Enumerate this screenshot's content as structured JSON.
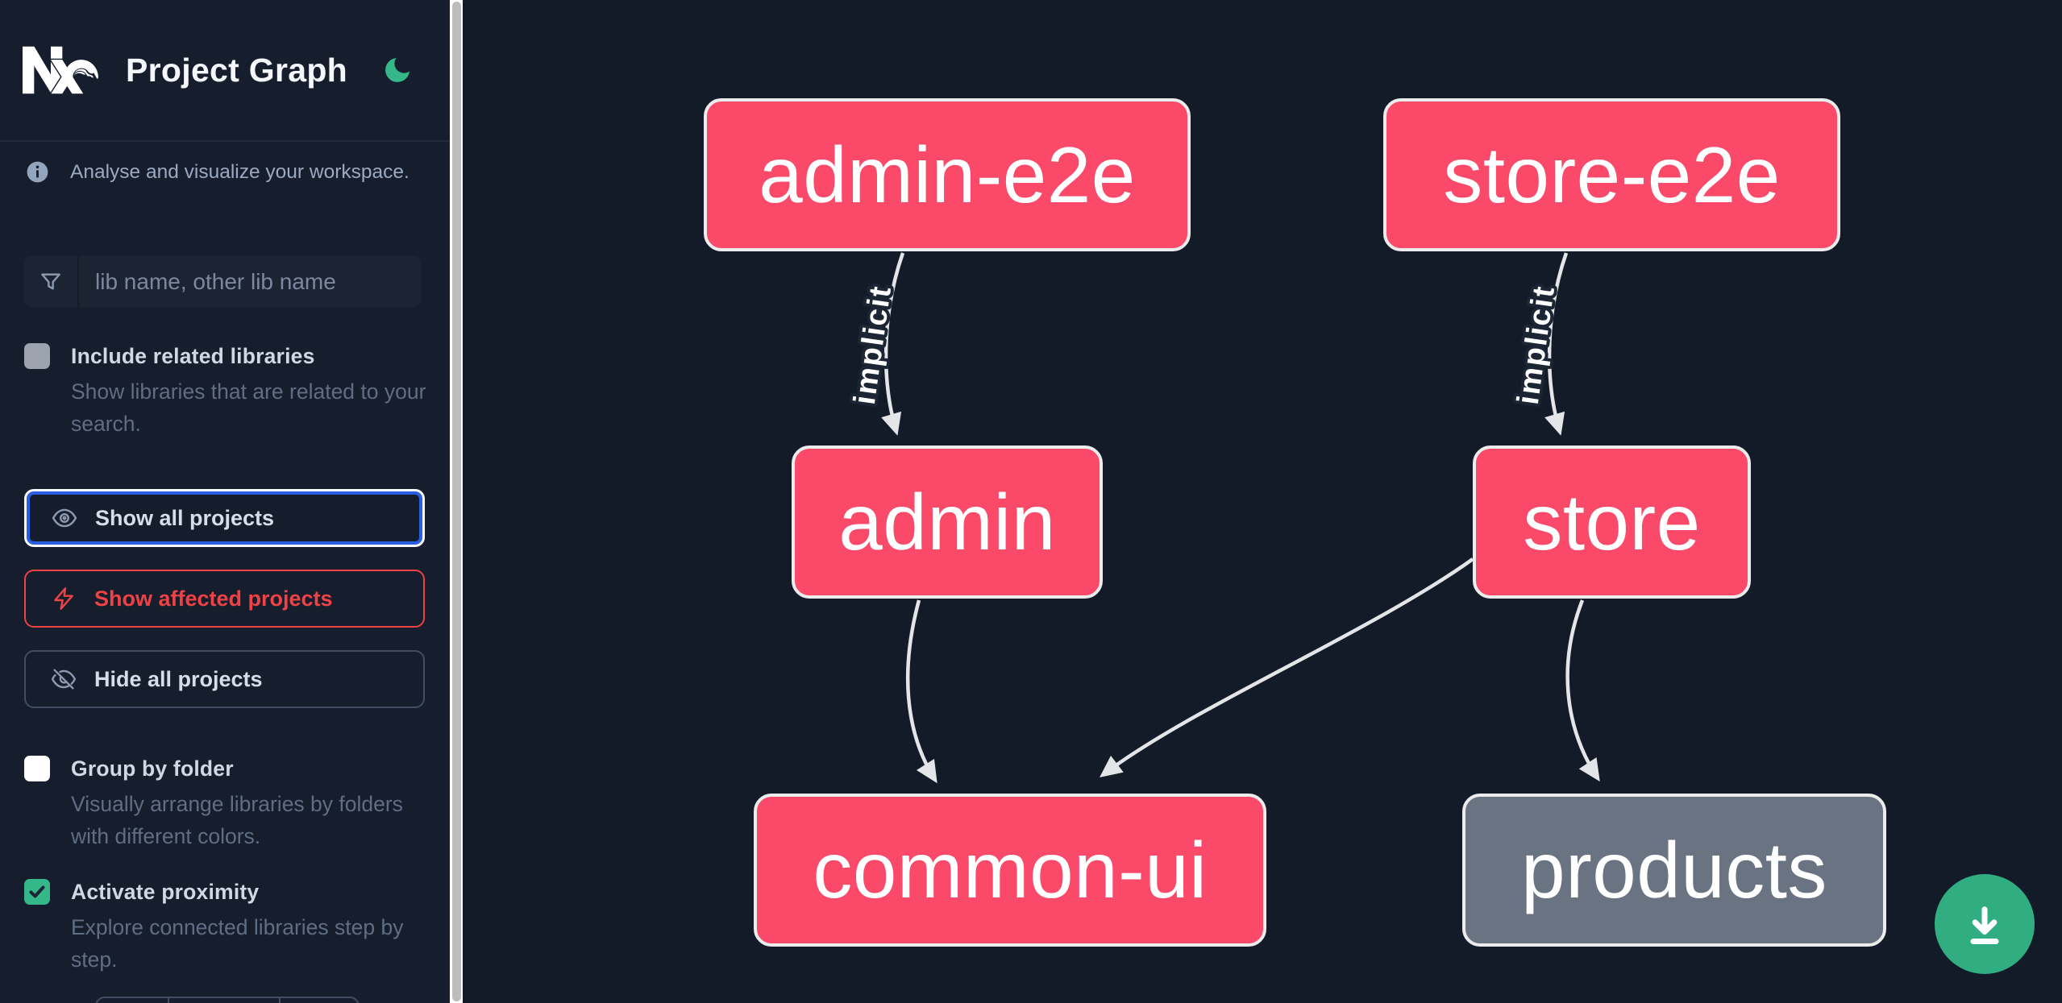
{
  "header": {
    "title": "Project Graph",
    "logo": "nx-logo",
    "theme_toggle_icon": "moon-icon"
  },
  "sidebar": {
    "tagline": "Analyse and visualize your workspace.",
    "search": {
      "placeholder": "lib name, other lib name",
      "icon": "filter-icon",
      "value": ""
    },
    "toggles": [
      {
        "label": "Include related libraries",
        "description": "Show libraries that are related to your search.",
        "checked": false
      },
      {
        "label": "Group by folder",
        "description": "Visually arrange libraries by folders with different colors.",
        "checked": false
      },
      {
        "label": "Activate proximity",
        "description": "Explore connected libraries step by step.",
        "checked": true
      }
    ],
    "buttons": [
      {
        "label": "Show all projects",
        "icon": "eye-icon",
        "state": "active"
      },
      {
        "label": "Show affected projects",
        "icon": "bolt-icon",
        "state": "danger"
      },
      {
        "label": "Hide all projects",
        "icon": "eye-off-icon",
        "state": "default"
      }
    ]
  },
  "graph": {
    "nodes": [
      {
        "label": "admin-e2e",
        "status": "highlighted"
      },
      {
        "label": "store-e2e",
        "status": "highlighted"
      },
      {
        "label": "admin",
        "status": "highlighted"
      },
      {
        "label": "store",
        "status": "highlighted"
      },
      {
        "label": "common-ui",
        "status": "highlighted"
      },
      {
        "label": "products",
        "status": "plain"
      }
    ],
    "edges": [
      {
        "source": "admin-e2e",
        "target": "admin",
        "label": "implicit"
      },
      {
        "source": "store-e2e",
        "target": "store",
        "label": "implicit"
      },
      {
        "source": "admin",
        "target": "common-ui",
        "label": ""
      },
      {
        "source": "store",
        "target": "common-ui",
        "label": ""
      },
      {
        "source": "store",
        "target": "products",
        "label": ""
      }
    ]
  },
  "fab": {
    "icon": "download-icon"
  },
  "colors": {
    "canvas_bg": "#131a28",
    "sidebar_bg": "#161d2d",
    "node_highlighted": "#fb4a69",
    "node_plain": "#697381",
    "node_border": "#ececec",
    "edge": "#e4e5e8",
    "focus_ring_blue": "#2a5fe3",
    "danger_red": "#ee4245",
    "accent_green": "#34b789",
    "fab_green": "#30ae82"
  }
}
